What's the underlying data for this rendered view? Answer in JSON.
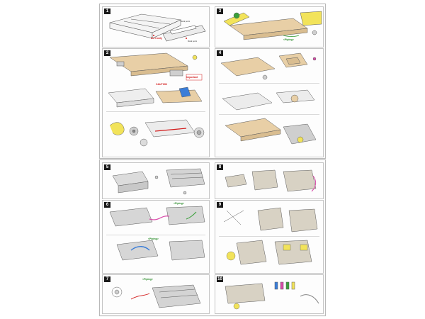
{
  "document": {
    "sheets": [
      {
        "id": "top",
        "steps": [
          {
            "num": "1",
            "callouts": [
              "Do it only",
              "Mark point",
              "Mark point"
            ]
          },
          {
            "num": "2",
            "callouts": [
              "Important",
              "CAUTION"
            ]
          },
          {
            "num": "3",
            "callouts": [
              "<Piping>"
            ]
          },
          {
            "num": "4",
            "callouts": []
          }
        ]
      },
      {
        "id": "bottom",
        "steps": [
          {
            "num": "5",
            "callouts": []
          },
          {
            "num": "6",
            "callouts": [
              "<Piping>",
              "<Piping>"
            ]
          },
          {
            "num": "7",
            "callouts": [
              "<Piping>"
            ]
          },
          {
            "num": "8",
            "callouts": []
          },
          {
            "num": "9",
            "callouts": []
          },
          {
            "num": "10",
            "callouts": []
          }
        ]
      }
    ]
  },
  "colors": {
    "part_tan": "#e8cfa6",
    "part_yellow": "#f2e35a",
    "part_grey": "#cfcfcf",
    "accent_red": "#d21a1a",
    "accent_green": "#3aa03a",
    "accent_blue": "#3a7dd8",
    "accent_pink": "#d84aa8",
    "line": "#5a5a5a"
  }
}
